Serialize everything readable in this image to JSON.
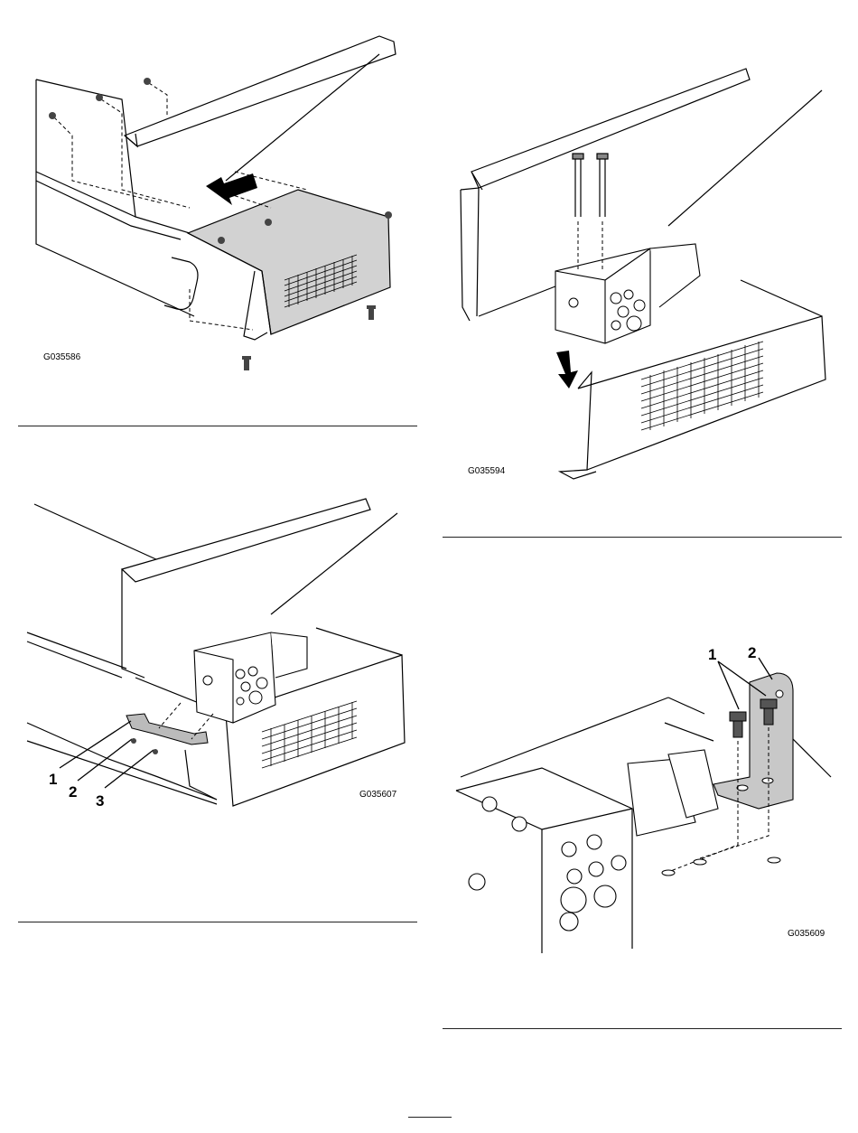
{
  "figures": [
    {
      "code": "G035586",
      "callouts": []
    },
    {
      "code": "G035594",
      "callouts": []
    },
    {
      "code": "G035607",
      "callouts": [
        "1",
        "2",
        "3"
      ]
    },
    {
      "code": "G035609",
      "callouts": [
        "1",
        "2"
      ]
    }
  ]
}
